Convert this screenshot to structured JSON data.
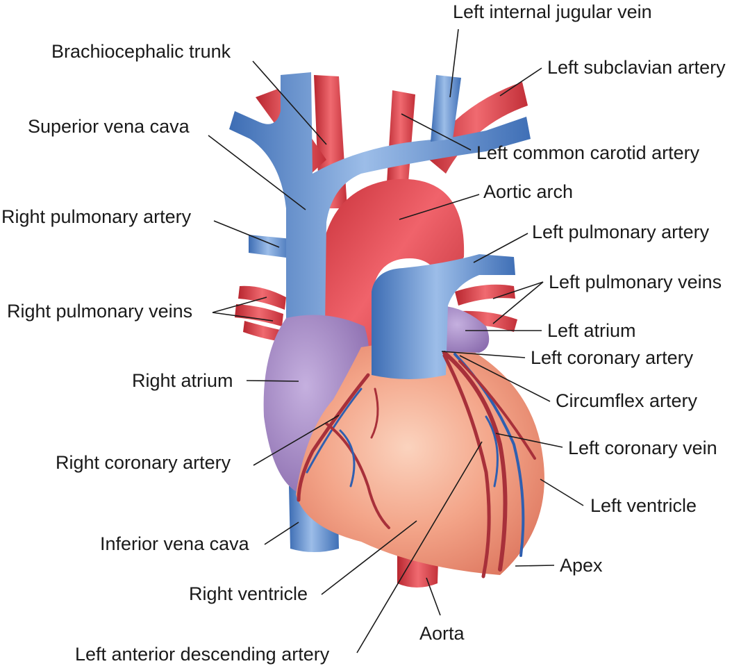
{
  "colors": {
    "vein_blue": "#4f7fc4",
    "vein_blue_light": "#8fb3e3",
    "artery_red": "#e0404a",
    "artery_red_dark": "#b32631",
    "atrium_purple": "#a98bc6",
    "muscle_peach": "#f1a487",
    "muscle_light": "#f8c7ae",
    "text": "#1a1a1a"
  },
  "labels": {
    "left_internal_jugular_vein": "Left internal jugular vein",
    "brachiocephalic_trunk": "Brachiocephalic trunk",
    "left_subclavian_artery": "Left subclavian artery",
    "superior_vena_cava": "Superior vena cava",
    "left_common_carotid_artery": "Left common carotid artery",
    "aortic_arch": "Aortic arch",
    "right_pulmonary_artery": "Right pulmonary artery",
    "left_pulmonary_artery": "Left pulmonary artery",
    "left_pulmonary_veins": "Left pulmonary veins",
    "right_pulmonary_veins": "Right pulmonary veins",
    "left_atrium": "Left atrium",
    "left_coronary_artery": "Left coronary artery",
    "right_atrium": "Right atrium",
    "circumflex_artery": "Circumflex artery",
    "left_coronary_vein": "Left coronary vein",
    "right_coronary_artery": "Right coronary artery",
    "left_ventricle": "Left ventricle",
    "inferior_vena_cava": "Inferior vena cava",
    "apex": "Apex",
    "right_ventricle": "Right ventricle",
    "aorta": "Aorta",
    "left_anterior_descending_artery": "Left anterior descending artery"
  }
}
